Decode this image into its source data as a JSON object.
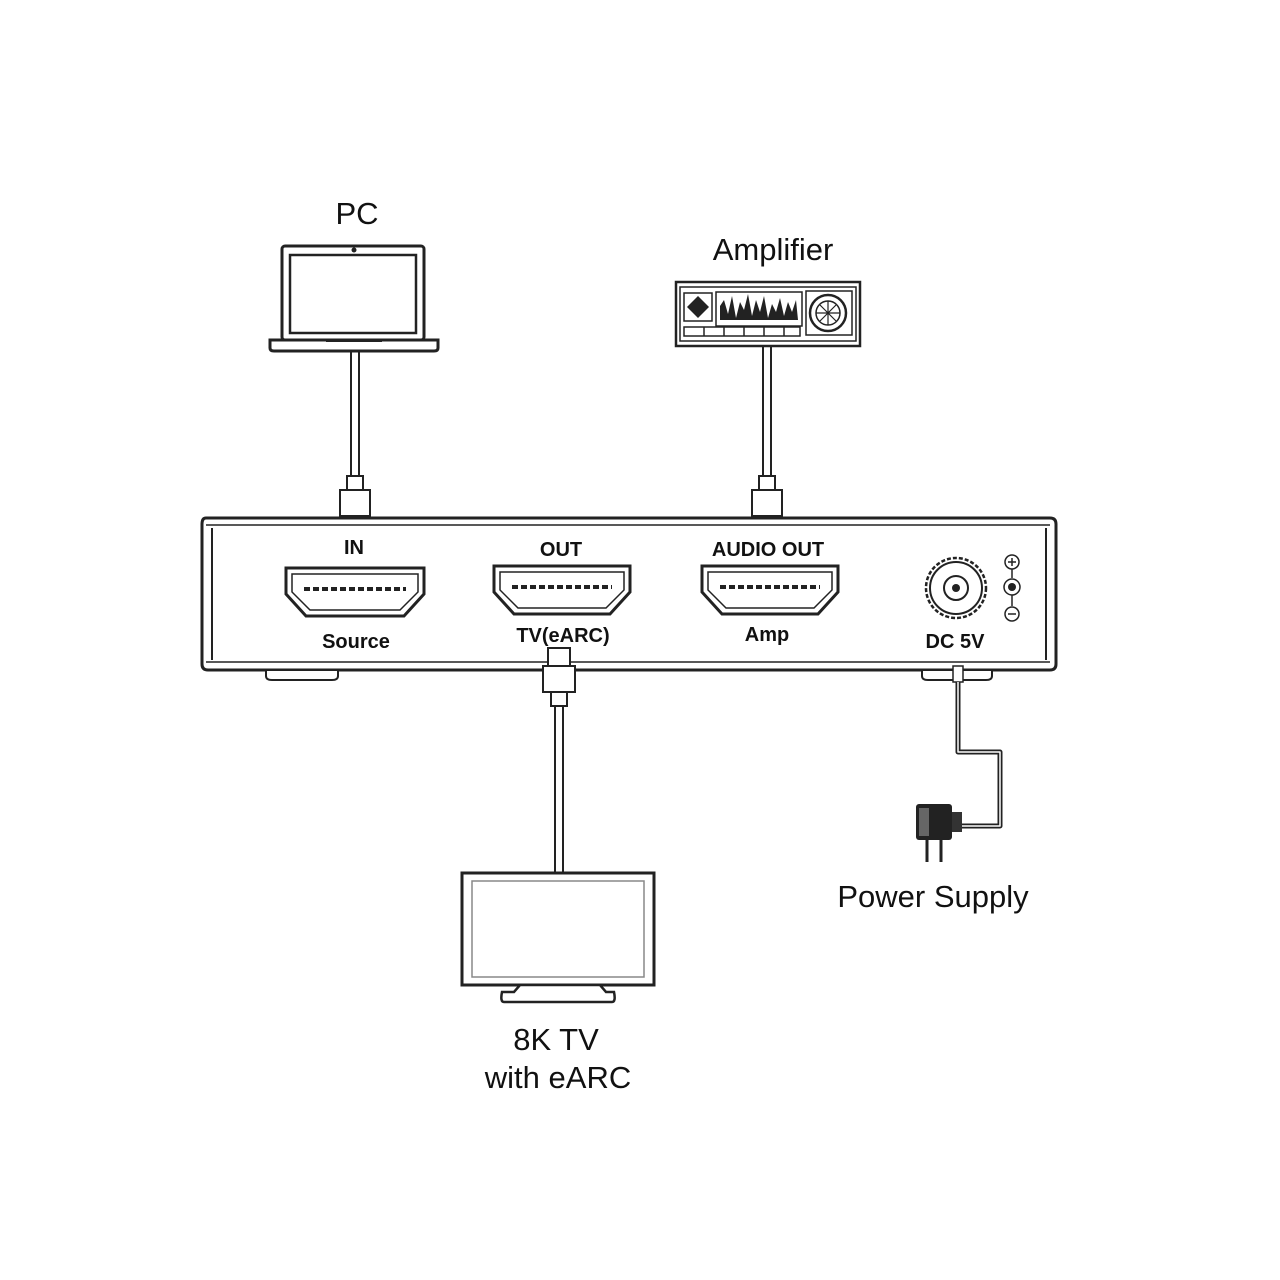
{
  "devices": {
    "pc": {
      "label": "PC",
      "icon": "laptop-icon"
    },
    "amplifier": {
      "label": "Amplifier",
      "icon": "amplifier-icon"
    },
    "tv": {
      "label_line1": "8K TV",
      "label_line2": "with eARC",
      "icon": "monitor-icon"
    },
    "power_supply": {
      "label": "Power Supply",
      "icon": "power-adapter-icon"
    }
  },
  "extractor": {
    "ports": {
      "in": {
        "top_label": "IN",
        "bottom_label": "Source"
      },
      "out": {
        "top_label": "OUT",
        "bottom_label": "TV(eARC)"
      },
      "audio_out": {
        "top_label": "AUDIO OUT",
        "bottom_label": "Amp"
      },
      "dc": {
        "label": "DC 5V"
      }
    },
    "polarity_icon": "dc-polarity-icon"
  },
  "colors": {
    "line": "#222222",
    "background": "#ffffff"
  }
}
